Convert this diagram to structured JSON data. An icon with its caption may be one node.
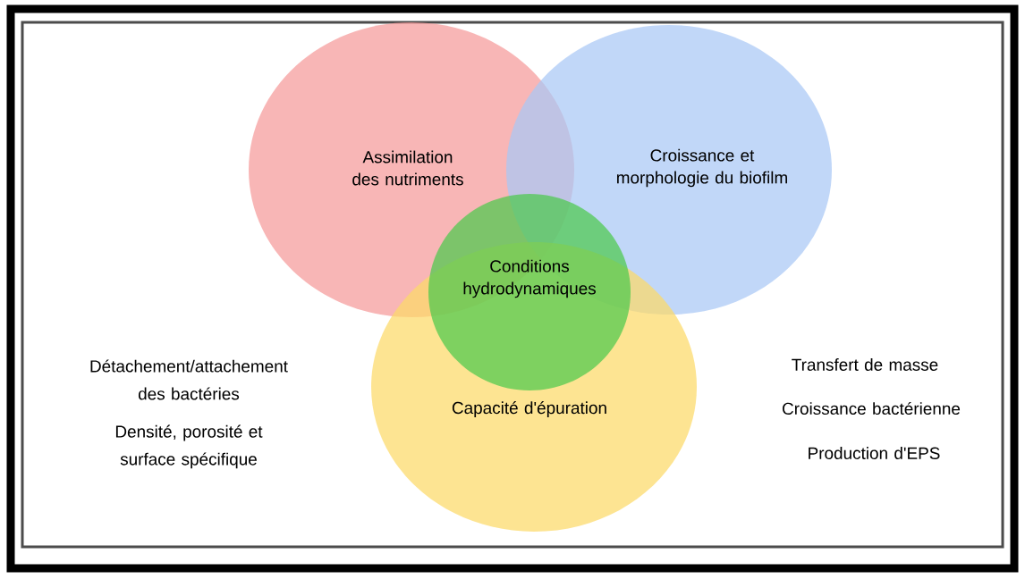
{
  "diagram": {
    "nodes": [
      {
        "text": [
          "Assimilation des nutriments"
        ]
      },
      {
        "text": [
          "Croissance et morphologie du biofilm"
        ]
      },
      {
        "text": [
          "Capacité d'épuration"
        ]
      },
      {
        "text": [
          "Conditions hydrodynamiques"
        ]
      }
    ],
    "labels": [
      "Détachement/attachement des bactéries",
      "Densité, porosité et surface spécifique",
      "Transfert de masse",
      "Croissance bactérienne",
      "Production d'EPS"
    ]
  }
}
